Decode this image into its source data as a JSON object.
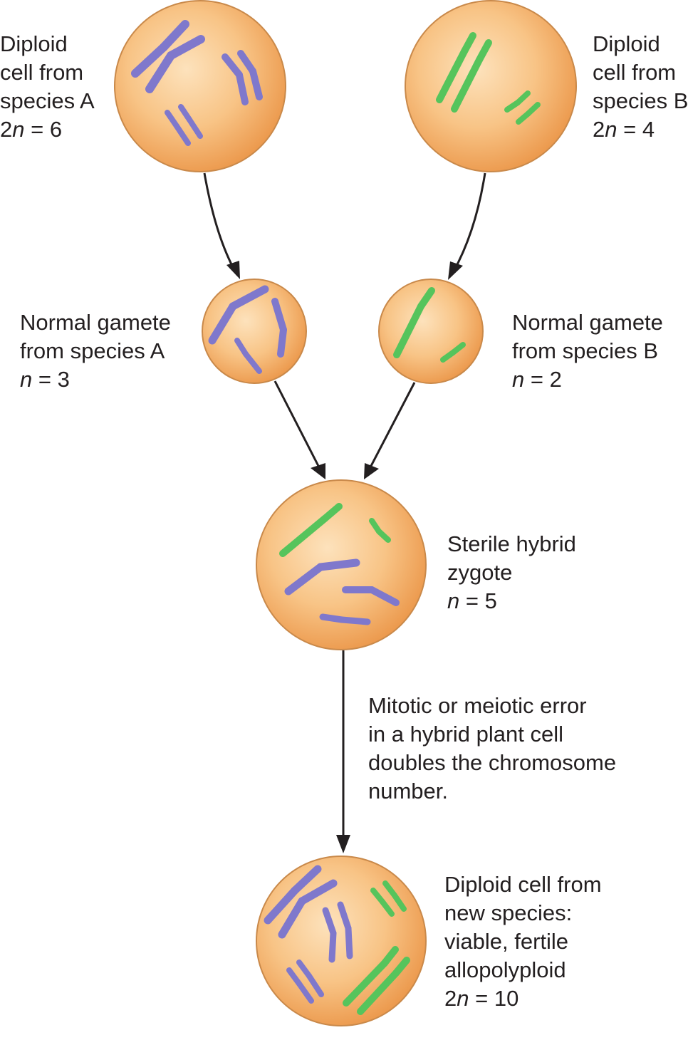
{
  "colors": {
    "cell_fill_center": "#fde2bc",
    "cell_fill_edge": "#f0a055",
    "cell_outline": "#c9894a",
    "species_a_chromosome": "#7f78cc",
    "species_b_chromosome": "#56c45c",
    "arrow": "#231f20",
    "text": "#231f20"
  },
  "cells": {
    "species_a": {
      "lines": [
        "Diploid",
        "cell from",
        "species A"
      ],
      "count": {
        "prefix": "2",
        "var": "n",
        "rest": " = 6"
      }
    },
    "species_b": {
      "lines": [
        "Diploid",
        "cell from",
        "species B"
      ],
      "count": {
        "prefix": "2",
        "var": "n",
        "rest": " = 4"
      }
    },
    "gamete_a": {
      "lines": [
        "Normal gamete",
        "from species A"
      ],
      "count": {
        "prefix": "",
        "var": "n",
        "rest": " = 3"
      }
    },
    "gamete_b": {
      "lines": [
        "Normal gamete",
        "from species B"
      ],
      "count": {
        "prefix": "",
        "var": "n",
        "rest": " = 2"
      }
    },
    "hybrid": {
      "lines": [
        "Sterile hybrid",
        "zygote"
      ],
      "count": {
        "prefix": "",
        "var": "n",
        "rest": " = 5"
      }
    },
    "new_species": {
      "lines": [
        "Diploid cell from",
        "new species:",
        "viable, fertile",
        "allopolyploid"
      ],
      "count": {
        "prefix": "2",
        "var": "n",
        "rest": " = 10"
      }
    }
  },
  "process_note": {
    "lines": [
      "Mitotic or meiotic error",
      "in a hybrid plant cell",
      "doubles the chromosome",
      "number."
    ]
  }
}
